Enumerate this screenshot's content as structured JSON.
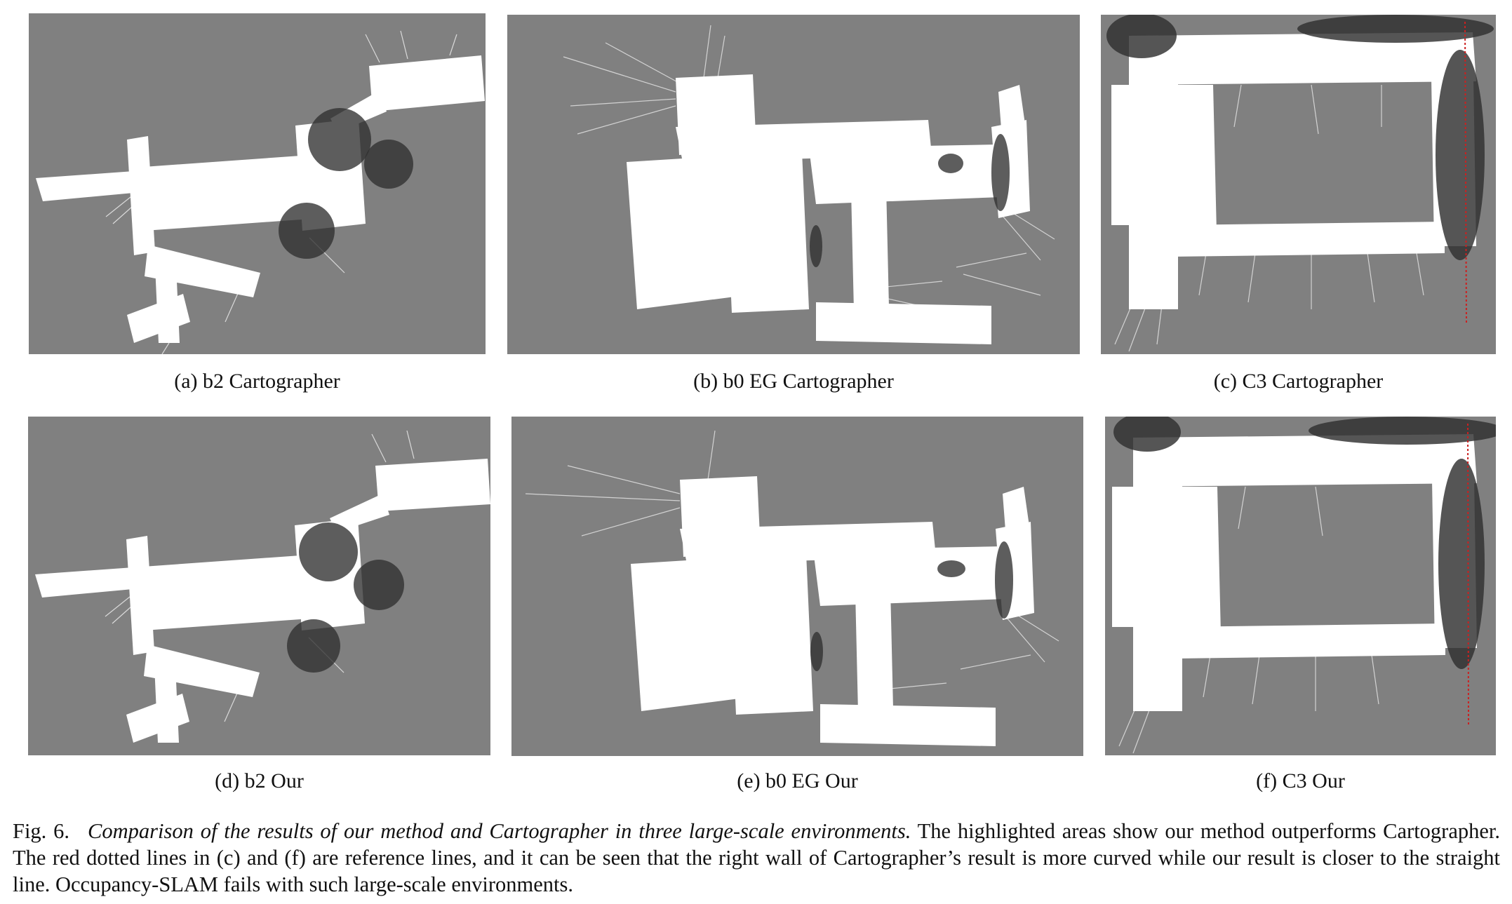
{
  "panels": [
    {
      "id": "a",
      "label": "(a)  b2 Cartographer"
    },
    {
      "id": "b",
      "label": "(b)  b0 EG Cartographer"
    },
    {
      "id": "c",
      "label": "(c)  C3 Cartographer"
    },
    {
      "id": "d",
      "label": "(d)  b2 Our"
    },
    {
      "id": "e",
      "label": "(e)  b0 EG Our"
    },
    {
      "id": "f",
      "label": "(f)  C3 Our"
    }
  ],
  "caption": {
    "fig_label": "Fig. 6.",
    "italic_text": "Comparison of the results of our method and Cartographer in three large-scale environments.",
    "body_text": " The highlighted areas show our method outperforms Cartographer. The red dotted lines in (c) and (f) are reference lines, and it can be seen that the right wall of Cartographer’s result is more curved while our result is closer to the straight line. Occupancy-SLAM fails with such large-scale environments."
  },
  "colors": {
    "unknown_space": "#808080",
    "free_space": "#ffffff",
    "highlight": "#303030",
    "reference_line": "#cc2020"
  }
}
